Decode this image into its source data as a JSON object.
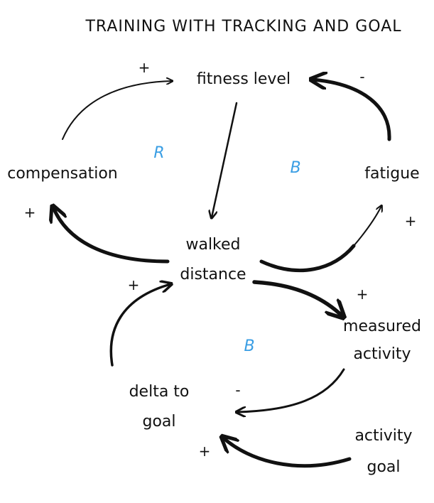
{
  "title": "TRAINING WITH TRACKING AND GOAL",
  "nodes": {
    "fitness_level": "fitness level",
    "compensation": "compensation",
    "fatigue": "fatigue",
    "walked_distance_line1": "walked",
    "walked_distance_line2": "distance",
    "measured_activity_line1": "measured",
    "measured_activity_line2": "activity",
    "delta_to_goal_line1": "delta to",
    "delta_to_goal_line2": "goal",
    "activity_goal_line1": "activity",
    "activity_goal_line2": "goal"
  },
  "loops": {
    "left": "R",
    "right": "B",
    "bottom": "B"
  },
  "signs": {
    "compensation_to_fitness": "+",
    "fatigue_to_fitness": "-",
    "walked_to_compensation": "+",
    "walked_to_fatigue": "+",
    "walked_to_measured": "+",
    "delta_to_walked": "+",
    "measured_to_delta": "-",
    "goal_to_delta": "+"
  },
  "colors": {
    "ink": "#111111",
    "loop_marker": "#3a9ee4"
  }
}
